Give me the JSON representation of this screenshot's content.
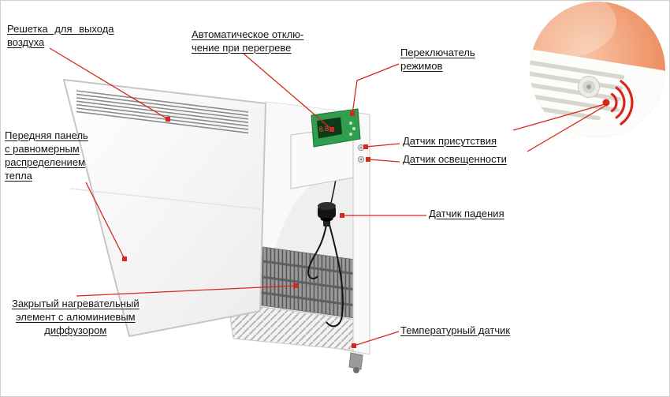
{
  "labels": {
    "air_grille": {
      "lines": [
        "Решетка для выхода",
        "воздуха"
      ]
    },
    "auto_off": {
      "lines": [
        "Автоматическое отклю-",
        "чение при перегреве"
      ]
    },
    "mode_switch": {
      "lines": [
        "Переключатель",
        "режимов"
      ]
    },
    "front_panel": {
      "lines": [
        "Передняя панель",
        "с равномерным",
        "распределением",
        "тепла"
      ]
    },
    "presence_sensor": {
      "lines": [
        "Датчик присутствия"
      ]
    },
    "light_sensor": {
      "lines": [
        "Датчик освещенности"
      ]
    },
    "fall_sensor": {
      "lines": [
        "Датчик падения"
      ]
    },
    "heating_element": {
      "lines": [
        "Закрытый нагревательный",
        "элемент с алюминиевым",
        "диффузором"
      ]
    },
    "temp_sensor": {
      "lines": [
        "Температурный датчик"
      ]
    }
  },
  "display": {
    "digits": "8.8"
  },
  "colors": {
    "leader_line": "#d6281c",
    "marker": "#d6281c",
    "inset_background": "#ed8a5e",
    "display_green": "#2f9e4f",
    "digits_red": "#ff5040"
  }
}
